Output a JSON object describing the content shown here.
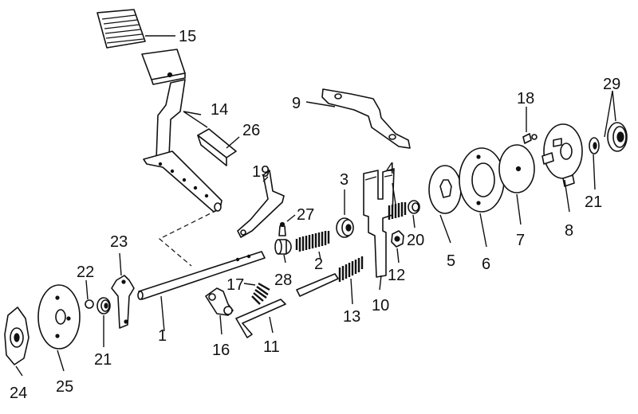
{
  "callouts": [
    "1",
    "2",
    "3",
    "4",
    "5",
    "6",
    "7",
    "8",
    "9",
    "10",
    "11",
    "12",
    "13",
    "14",
    "15",
    "16",
    "17",
    "18",
    "19",
    "20",
    "21",
    "21",
    "22",
    "23",
    "24",
    "25",
    "26",
    "27",
    "28",
    "29"
  ]
}
